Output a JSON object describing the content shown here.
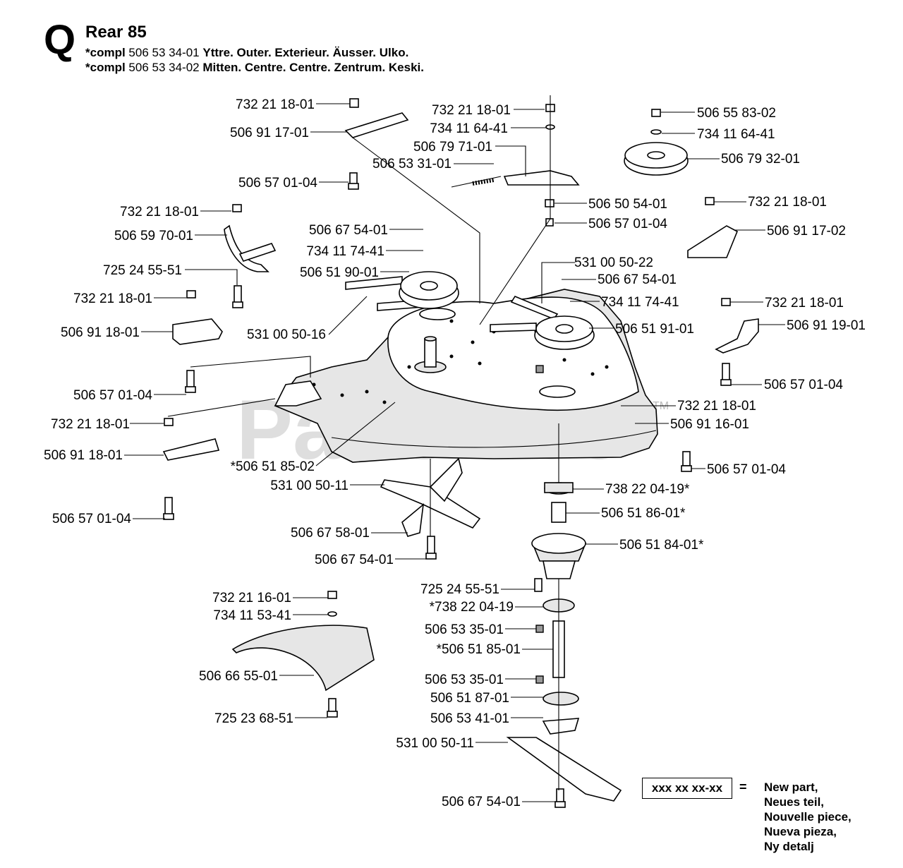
{
  "header": {
    "section_letter": "Q",
    "title": "Rear 85",
    "line1": {
      "prefix": "*compl",
      "number": "506 53 34-01",
      "desc": "Yttre. Outer. Exterieur. Äusser. Ulko."
    },
    "line2": {
      "prefix": "*compl",
      "number": "506 53 34-02",
      "desc": "Mitten. Centre. Centre. Zentrum. Keski."
    }
  },
  "watermark": {
    "text": "PartsTree",
    "tm": "TM"
  },
  "parts": [
    {
      "label": "732 21 18-01",
      "align": "end"
    },
    {
      "label": "506 91 17-01",
      "align": "end"
    },
    {
      "label": "506 57 01-04",
      "align": "end"
    },
    {
      "label": "732 21 18-01",
      "align": "end"
    },
    {
      "label": "734 11 64-41",
      "align": "end"
    },
    {
      "label": "506 79 71-01",
      "align": "end"
    },
    {
      "label": "506 53 31-01",
      "align": "end"
    },
    {
      "label": "506 55 83-02",
      "align": "start"
    },
    {
      "label": "734 11 64-41",
      "align": "start"
    },
    {
      "label": "506 79 32-01",
      "align": "start"
    },
    {
      "label": "506 50 54-01",
      "align": "start"
    },
    {
      "label": "506 57 01-04",
      "align": "start"
    },
    {
      "label": "732 21 18-01",
      "align": "end"
    },
    {
      "label": "506 59 70-01",
      "align": "end"
    },
    {
      "label": "725 24 55-51",
      "align": "end"
    },
    {
      "label": "732 21 18-01",
      "align": "end"
    },
    {
      "label": "506 91 18-01",
      "align": "end"
    },
    {
      "label": "506 57 01-04",
      "align": "end"
    },
    {
      "label": "506 67 54-01",
      "align": "end"
    },
    {
      "label": "734 11 74-41",
      "align": "end"
    },
    {
      "label": "506 51 90-01",
      "align": "end"
    },
    {
      "label": "531 00 50-16",
      "align": "end"
    },
    {
      "label": "732 21 18-01",
      "align": "start"
    },
    {
      "label": "506 91 17-02",
      "align": "start"
    },
    {
      "label": "531 00 50-22",
      "align": "start"
    },
    {
      "label": "506 67 54-01",
      "align": "start"
    },
    {
      "label": "734 11 74-41",
      "align": "start"
    },
    {
      "label": "506 51 91-01",
      "align": "start"
    },
    {
      "label": "732 21 18-01",
      "align": "start"
    },
    {
      "label": "506 91 19-01",
      "align": "start"
    },
    {
      "label": "506 57 01-04",
      "align": "start"
    },
    {
      "label": "732 21 18-01",
      "align": "start"
    },
    {
      "label": "506 91 16-01",
      "align": "start"
    },
    {
      "label": "732 21 18-01",
      "align": "end"
    },
    {
      "label": "506 91 18-01",
      "align": "end"
    },
    {
      "label": "*506 51 85-02",
      "align": "end"
    },
    {
      "label": "506 57 01-04",
      "align": "start"
    },
    {
      "label": "531 00 50-11",
      "align": "end"
    },
    {
      "label": "738 22 04-19*",
      "align": "start"
    },
    {
      "label": "506 51 86-01*",
      "align": "start"
    },
    {
      "label": "506 51 84-01*",
      "align": "start"
    },
    {
      "label": "506 57 01-04",
      "align": "end"
    },
    {
      "label": "506 67 58-01",
      "align": "end"
    },
    {
      "label": "506 67 54-01",
      "align": "end"
    },
    {
      "label": "725 24 55-51",
      "align": "end"
    },
    {
      "label": "*738 22 04-19",
      "align": "end"
    },
    {
      "label": "732 21 16-01",
      "align": "end"
    },
    {
      "label": "734 11 53-41",
      "align": "end"
    },
    {
      "label": "506 53 35-01",
      "align": "end"
    },
    {
      "label": "*506 51 85-01",
      "align": "end"
    },
    {
      "label": "506 66 55-01",
      "align": "end"
    },
    {
      "label": "506 53 35-01",
      "align": "end"
    },
    {
      "label": "506 51 87-01",
      "align": "end"
    },
    {
      "label": "725 23 68-51",
      "align": "end"
    },
    {
      "label": "506 53 41-01",
      "align": "end"
    },
    {
      "label": "531 00 50-11",
      "align": "end"
    },
    {
      "label": "506 67 54-01",
      "align": "end"
    }
  ],
  "legend": {
    "box": "xxx xx xx-xx",
    "equals": "=",
    "lines": [
      "New part,",
      "Neues teil,",
      "Nouvelle piece,",
      "Nueva pieza,",
      "Ny detalj"
    ]
  }
}
